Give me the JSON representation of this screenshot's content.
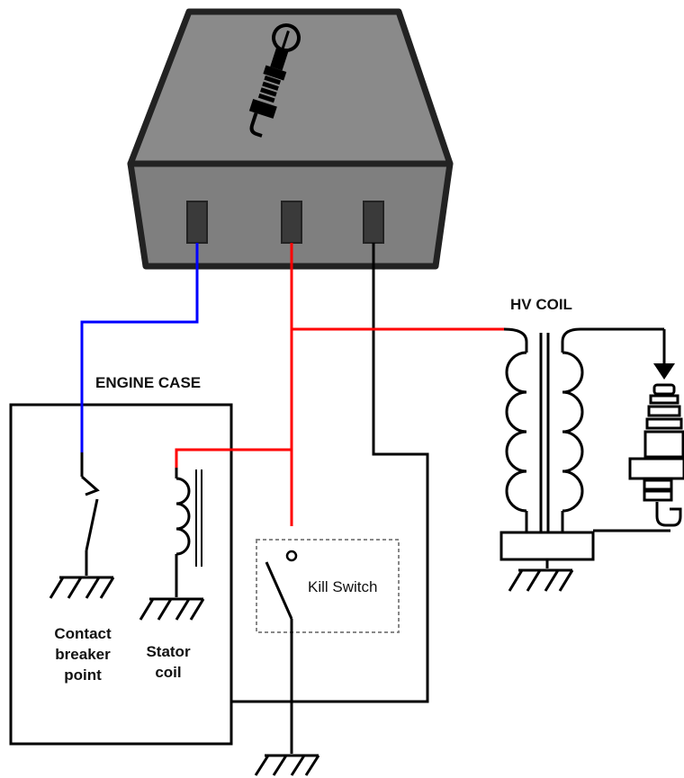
{
  "labels": {
    "engine_case": "ENGINE CASE",
    "hv_coil": "HV COIL",
    "kill_switch": "Kill Switch",
    "contact_breaker": [
      "Contact",
      "breaker",
      "point"
    ],
    "stator_coil": [
      "Stator",
      "coil"
    ]
  },
  "colors": {
    "module_body": "#808080",
    "module_top": "#8a8a8a",
    "terminal": "#3a3a3a",
    "wire_blue": "#0000ff",
    "wire_red": "#ff0000",
    "wire_black": "#000000",
    "dashed_box": "#888888"
  },
  "icons": {
    "module": "spark-plug-icon",
    "plug": "spark-plug-icon",
    "ground": "ground-icon"
  }
}
